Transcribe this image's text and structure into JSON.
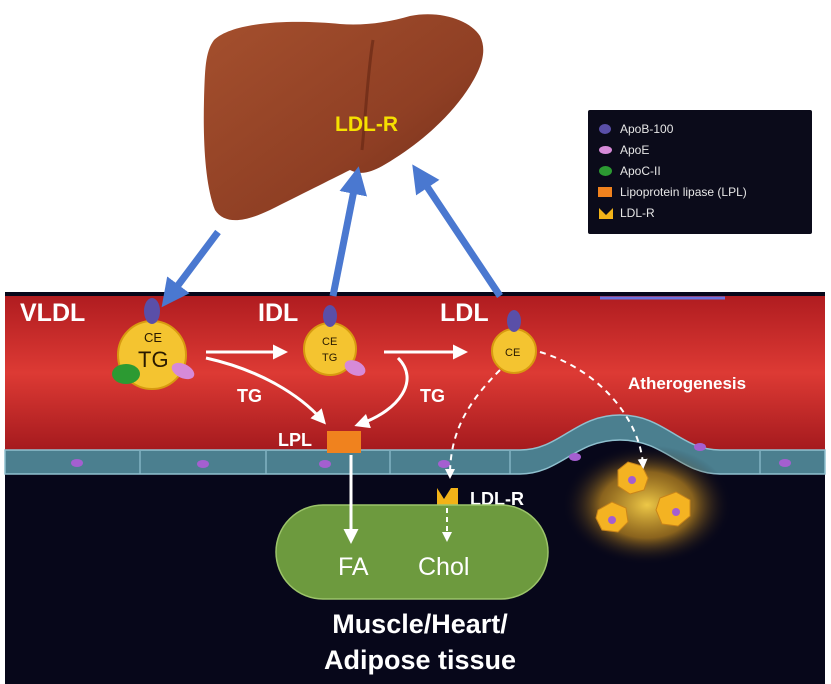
{
  "liver": {
    "label": "LDL-R"
  },
  "particles": {
    "vldl": {
      "name": "VLDL",
      "ce": "CE",
      "tg": "TG"
    },
    "idl": {
      "name": "IDL",
      "ce": "CE",
      "tg": "TG"
    },
    "ldl": {
      "name": "LDL",
      "ce": "CE"
    }
  },
  "labels": {
    "tg_left": "TG",
    "tg_right": "TG",
    "lpl": "LPL",
    "ldlr_tissue": "LDL-R",
    "atherogenesis": "Atherogenesis",
    "fa": "FA",
    "chol": "Chol",
    "tissue_line1": "Muscle/Heart/",
    "tissue_line2": "Adipose tissue"
  },
  "legend": {
    "items": [
      {
        "label": "ApoB-100",
        "icon": "apob-icon",
        "color": "#5a4fa8"
      },
      {
        "label": "ApoE",
        "icon": "apoe-icon",
        "color": "#d68ad8"
      },
      {
        "label": "ApoC-II",
        "icon": "apoc-icon",
        "color": "#2c9a32"
      },
      {
        "label": "Lipoprotein lipase (LPL)",
        "icon": "lpl-icon",
        "color": "#f0821e"
      },
      {
        "label": "LDL-R",
        "icon": "ldlr-icon",
        "color": "#f2b318"
      }
    ]
  },
  "colors": {
    "vessel": "#c8282a",
    "lipoprotein": "#f4c430",
    "arrow": "#4a78d0",
    "tissue": "#6d9a3e",
    "background": "#07071a"
  }
}
